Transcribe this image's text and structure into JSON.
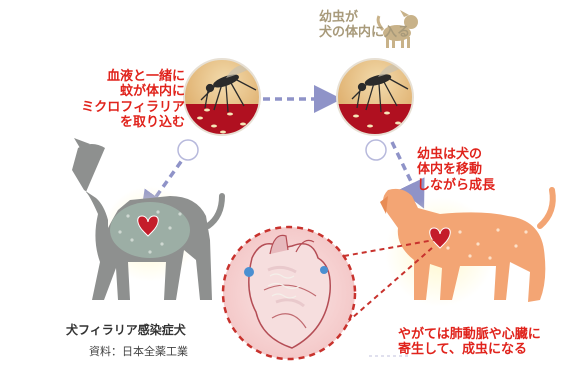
{
  "labels": {
    "step1": "血液と一緒に\n蚊が体内に\nミクロフィラリア\nを取り込む",
    "step2": "幼虫が\n犬の体内に入る",
    "step3": "幼虫は犬の\n体内を移動\nしながら成長",
    "step4": "やがては肺動脈や心臓に\n寄生して、成虫になる",
    "infected_dog": "犬フィラリア感染症犬",
    "source": "資料：日本全薬工業"
  },
  "colors": {
    "accent_red": "#e0231c",
    "arrow": "#8f93c8",
    "gray_dog": "#8e908f",
    "orange_dog": "#f3a574",
    "blood": "#b01020",
    "tan_dog": "#c8b289"
  },
  "icons": [
    "sick-dog-icon",
    "mosquito-icon",
    "small-dog-icon",
    "walking-dog-icon",
    "heart-icon"
  ]
}
